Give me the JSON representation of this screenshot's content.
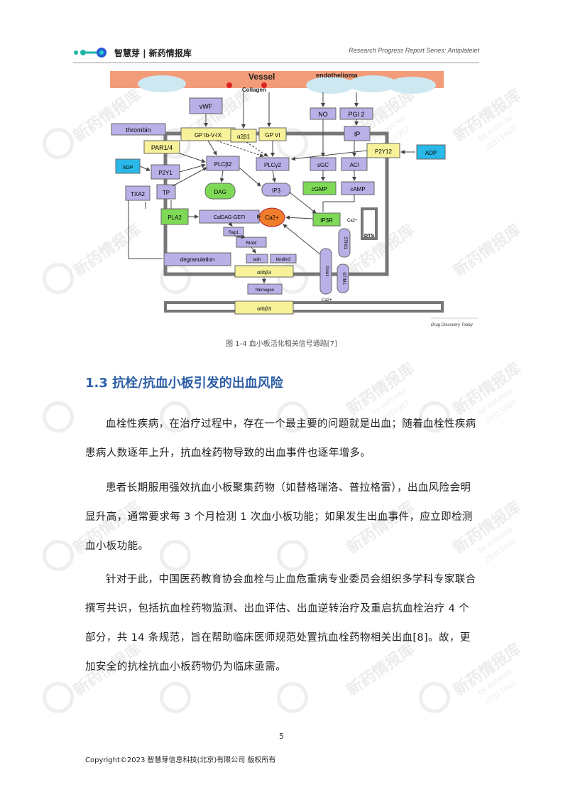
{
  "header": {
    "brand": "智慧芽 | 新药情报库",
    "series": "Research Progress Report Series: Antiplatelet"
  },
  "watermark": {
    "text": "新药情报库",
    "sub1": "by patsnap",
    "sub2": "20315962"
  },
  "figure": {
    "vessel": "Vessel",
    "endothelioma": "endothelioma",
    "collagen": "Collagen",
    "vwf": "vWF",
    "gp_ib": "GP Ib-V-IX",
    "a2b1": "α2β1",
    "gp_vi": "GP VI",
    "thrombin": "thrombin",
    "par": "PAR1/4",
    "no": "NO",
    "pgi2": "PGI 2",
    "ip": "IP",
    "p2y12": "P2Y12",
    "adp_right": "ADP",
    "adp_left": "ADP",
    "p2y1": "P2Y1",
    "plcb2": "PLCβ2",
    "plcg2": "PLCγ2",
    "sgc": "sGC",
    "acl": "ACl",
    "txa2": "TXA2",
    "tp": "TP",
    "dag": "DAG",
    "ip3": "IP3",
    "cgmp": "cGMP",
    "camp": "cAMP",
    "pla2": "PLA2",
    "caldag": "CalDAG-GEFI",
    "ca": "Ca2+",
    "ip3r": "IP3R",
    "ca_small": "Ca2+",
    "dts": "DTS",
    "rap1": "Rap1",
    "riam": "RIAM",
    "stim1_top": "STIM1",
    "degranulation": "degranulation",
    "talin": "talin",
    "kindlin3": "kindlin3",
    "aiib_b3": "αIIbβ3",
    "orai1": "Orai1",
    "stim1": "STIM1",
    "fibrinogen": "fibrinogen",
    "aiib_b3_bottom": "αIIbβ3",
    "ca_bottom": "Ca2+",
    "source": "Drug Discovery Today"
  },
  "caption": "图 1-4  血小板活化相关信号通路[7]",
  "section_title": "1.3 抗栓/抗血小板引发的出血风险",
  "paragraphs": [
    "血栓性疾病，在治疗过程中，存在一个最主要的问题就是出血；随着血栓性疾病患病人数逐年上升，抗血栓药物导致的出血事件也逐年增多。",
    "患者长期服用强效抗血小板聚集药物（如替格瑞洛、普拉格雷），出血风险会明显升高，通常要求每 3 个月检测 1 次血小板功能；如果发生出血事件，应立即检测血小板功能。",
    "针对于此，中国医药教育协会血栓与止血危重病专业委员会组织多学科专家联合撰写共识，包括抗血栓药物监测、出血评估、出血逆转治疗及重启抗血栓治疗 4 个部分，共 14 条规范，旨在帮助临床医师规范处置抗血栓药物相关出血[8]。故，更加安全的抗栓抗血小板药物仍为临床亟需。"
  ],
  "page_number": "5",
  "copyright": "Copyright©2023 智慧芽信息科技(北京)有限公司  版权所有"
}
